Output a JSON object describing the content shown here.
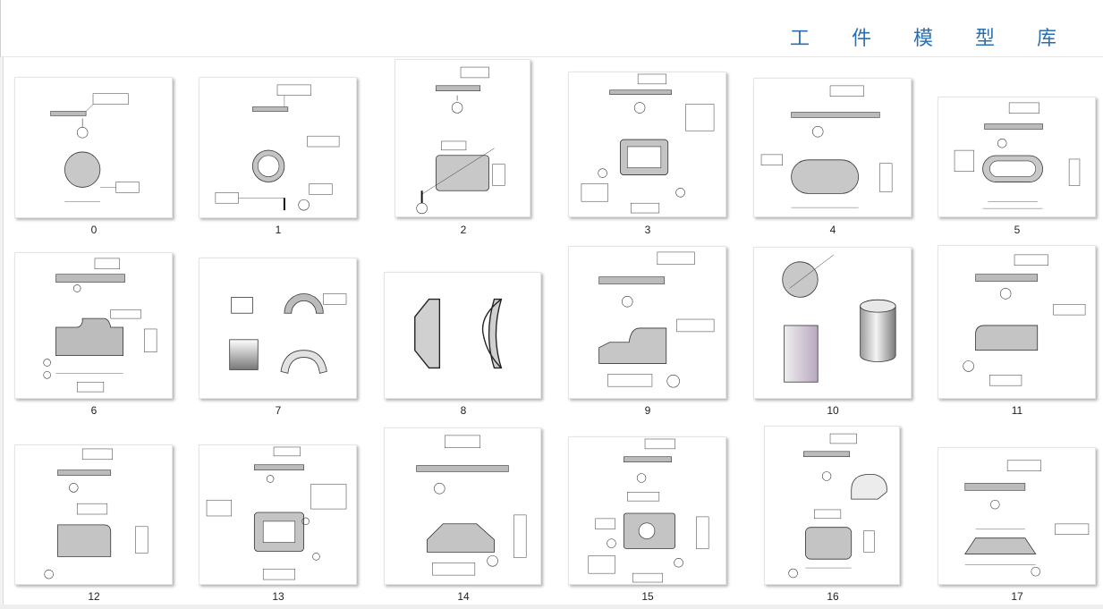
{
  "header": {
    "title": "工 件 模 型 库"
  },
  "models": [
    {
      "id": "0",
      "icon": "disk"
    },
    {
      "id": "1",
      "icon": "ring"
    },
    {
      "id": "2",
      "icon": "rect-diagonal"
    },
    {
      "id": "3",
      "icon": "frame"
    },
    {
      "id": "4",
      "icon": "obround"
    },
    {
      "id": "5",
      "icon": "slot"
    },
    {
      "id": "6",
      "icon": "stepped-profile"
    },
    {
      "id": "7",
      "icon": "arc-block"
    },
    {
      "id": "8",
      "icon": "curved-bevel"
    },
    {
      "id": "9",
      "icon": "notched-block"
    },
    {
      "id": "10",
      "icon": "cylinder"
    },
    {
      "id": "11",
      "icon": "chamfer-block"
    },
    {
      "id": "12",
      "icon": "rounded-corner-block"
    },
    {
      "id": "13",
      "icon": "holed-frame"
    },
    {
      "id": "14",
      "icon": "trapezoid-chamfer"
    },
    {
      "id": "15",
      "icon": "plate-hole"
    },
    {
      "id": "16",
      "icon": "rounded-block-3d"
    },
    {
      "id": "17",
      "icon": "trapezoid"
    }
  ]
}
